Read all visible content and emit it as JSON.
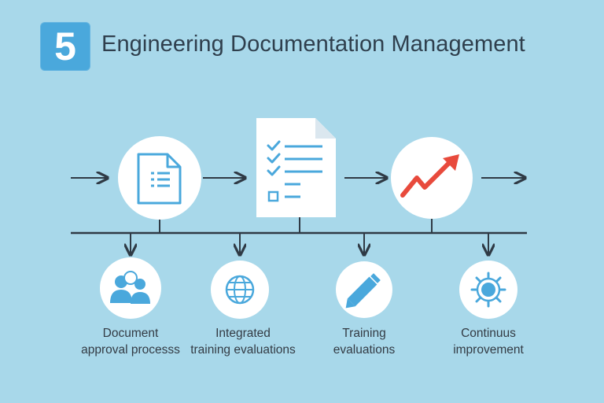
{
  "header": {
    "step_number": "5",
    "title": "Engineering Documentation Management"
  },
  "top_icons": [
    {
      "name": "document-list-icon"
    },
    {
      "name": "checklist-icon"
    },
    {
      "name": "trend-up-icon"
    }
  ],
  "steps": [
    {
      "label_line1": "Document",
      "label_line2": "approval processs",
      "icon": "team-icon"
    },
    {
      "label_line1": "Integrated",
      "label_line2": "training evaluations",
      "icon": "globe-icon"
    },
    {
      "label_line1": "Training",
      "label_line2": "evaluations",
      "icon": "pencil-icon"
    },
    {
      "label_line1": "Continuus",
      "label_line2": "improvement",
      "icon": "gear-icon"
    }
  ],
  "colors": {
    "background": "#a8d8ea",
    "accent": "#4aa8dc",
    "line": "#2f3a45",
    "trend": "#e84a3c"
  }
}
